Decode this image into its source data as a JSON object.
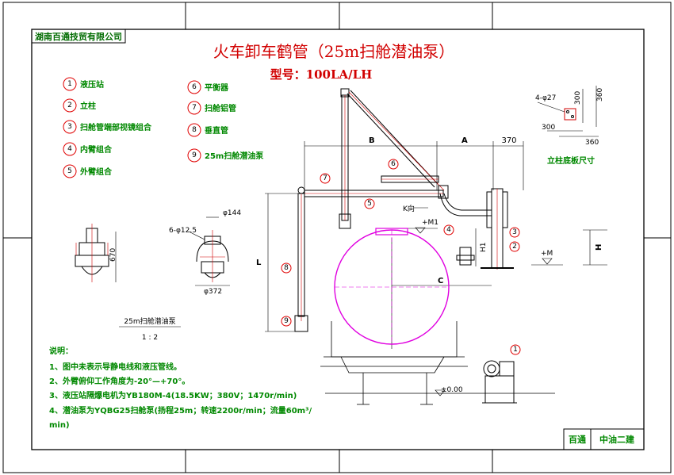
{
  "company": "湖南百通技贸有限公司",
  "title": "火车卸车鹤管（25m扫舱潜油泵）",
  "model": "型号：100LA/LH",
  "legend": [
    {
      "num": "1",
      "label": "液压站"
    },
    {
      "num": "2",
      "label": "立柱"
    },
    {
      "num": "3",
      "label": "扫舱管端部视镜组合"
    },
    {
      "num": "4",
      "label": "内臂组合"
    },
    {
      "num": "5",
      "label": "外臂组合"
    },
    {
      "num": "6",
      "label": "平衡器"
    },
    {
      "num": "7",
      "label": "扫舱铝管"
    },
    {
      "num": "8",
      "label": "垂直管"
    },
    {
      "num": "9",
      "label": "25m扫舱潜油泵"
    }
  ],
  "base_plate": {
    "title": "立柱底板尺寸",
    "bolt": "4-φ27",
    "dim_300_v": "300",
    "dim_360_v": "360",
    "dim_300_h": "300",
    "dim_360_h": "360"
  },
  "dimensions": {
    "B": "B",
    "A": "A",
    "d370": "370",
    "L": "L",
    "C": "C",
    "H": "H",
    "H1": "H1",
    "K": "K向",
    "M1": "+M1",
    "M": "+M",
    "zero": "±0.00"
  },
  "pump_detail": {
    "title": "25m扫舱潜油泵",
    "scale": "1 : 2",
    "d144": "φ144",
    "holes": "6-φ12.5",
    "d372": "φ372",
    "h670": "670"
  },
  "notes": {
    "heading": "说明：",
    "lines": [
      "1、图中未表示导静电线和液压管线。",
      "2、外臂俯仰工作角度为-20°—+70°。",
      "3、液压站隔爆电机为YB180M-4(18.5KW；380V；1470r/min)",
      "4、潜油泵为YQBG25扫舱泵(扬程25m；转速2200r/min；流量60m³/",
      "min)"
    ]
  },
  "title_block": {
    "left": "百通",
    "right": "中油二建"
  },
  "colors": {
    "red": "#d10000",
    "magenta": "#e000e0",
    "green": "#008800",
    "black": "#000000"
  }
}
